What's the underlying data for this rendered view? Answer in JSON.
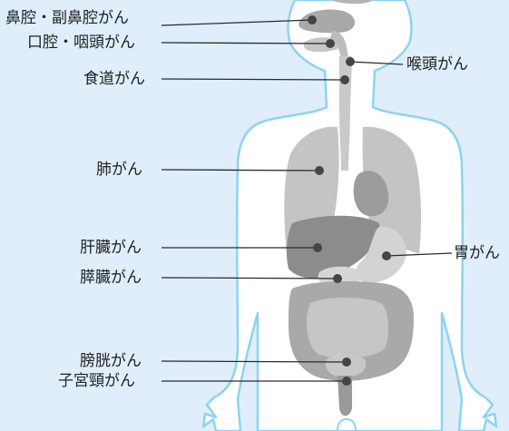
{
  "colors": {
    "background": "#dfeefa",
    "body_fill": "#ffffff",
    "body_outline": "#8ed3ee",
    "organ_light": "#c6c6c6",
    "organ_mid": "#a9a9a9",
    "organ_dark": "#8c8c8c",
    "marker": "#454545",
    "leader_line": "#2a2a2a"
  },
  "labels": {
    "nasal": "鼻腔・副鼻腔がん",
    "oral_pharynx": "口腔・咽頭がん",
    "esophagus": "食道がん",
    "larynx": "喉頭がん",
    "lung": "肺がん",
    "liver": "肝臓がん",
    "stomach": "胃がん",
    "pancreas": "膵臓がん",
    "bladder": "膀胱がん",
    "cervix": "子宮頸がん"
  }
}
